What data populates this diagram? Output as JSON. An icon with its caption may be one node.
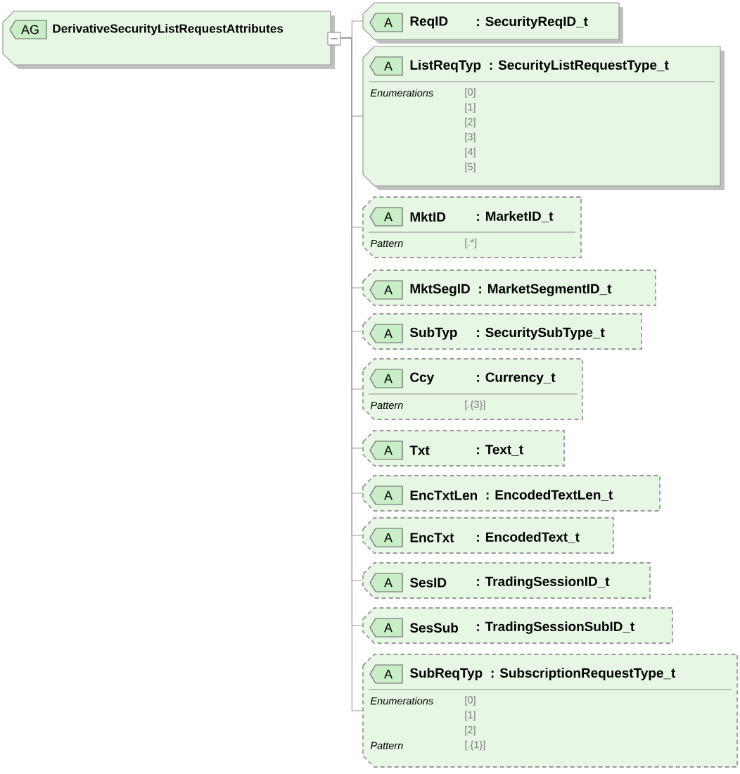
{
  "diagram": {
    "nodes": [
      {
        "text": [
          "AG",
          "DerivativeSecurityListRequestAttributes"
        ]
      },
      {
        "text": [
          "A",
          "ReqID",
          ": SecurityReqID_t"
        ]
      },
      {
        "text": [
          "A",
          "ListReqTyp",
          ": SecurityListRequestType_t",
          "Enumerations",
          "[0]",
          "[1]",
          "[2]",
          "[3]",
          "[4]",
          "[5]"
        ]
      },
      {
        "text": [
          "A",
          "MktID",
          ": MarketID_t",
          "Pattern",
          "[.*]"
        ]
      },
      {
        "text": [
          "A",
          "MktSegID",
          ": MarketSegmentID_t"
        ]
      },
      {
        "text": [
          "A",
          "SubTyp",
          ": SecuritySubType_t"
        ]
      },
      {
        "text": [
          "A",
          "Ccy",
          ": Currency_t",
          "Pattern",
          "[.{3}]"
        ]
      },
      {
        "text": [
          "A",
          "Txt",
          ": Text_t"
        ]
      },
      {
        "text": [
          "A",
          "EncTxtLen",
          ": EncodedTextLen_t"
        ]
      },
      {
        "text": [
          "A",
          "EncTxt",
          ": EncodedText_t"
        ]
      },
      {
        "text": [
          "A",
          "SesID",
          ": TradingSessionID_t"
        ]
      },
      {
        "text": [
          "A",
          "SesSub",
          ": TradingSessionSubID_t"
        ]
      },
      {
        "text": [
          "A",
          "SubReqTyp",
          ": SubscriptionRequestType_t",
          "Enumerations",
          "[0]",
          "[1]",
          "[2]",
          "Pattern",
          "[.{1}]"
        ]
      }
    ],
    "edges": [
      {
        "from": 0,
        "to": 1,
        "arrow": "none"
      },
      {
        "from": 0,
        "to": 2,
        "arrow": "none"
      },
      {
        "from": 0,
        "to": 3,
        "arrow": "none"
      },
      {
        "from": 0,
        "to": 4,
        "arrow": "none"
      },
      {
        "from": 0,
        "to": 5,
        "arrow": "none"
      },
      {
        "from": 0,
        "to": 6,
        "arrow": "none"
      },
      {
        "from": 0,
        "to": 7,
        "arrow": "none"
      },
      {
        "from": 0,
        "to": 8,
        "arrow": "none"
      },
      {
        "from": 0,
        "to": 9,
        "arrow": "none"
      },
      {
        "from": 0,
        "to": 10,
        "arrow": "none"
      },
      {
        "from": 0,
        "to": 11,
        "arrow": "none"
      },
      {
        "from": 0,
        "to": 12,
        "arrow": "none"
      }
    ]
  }
}
